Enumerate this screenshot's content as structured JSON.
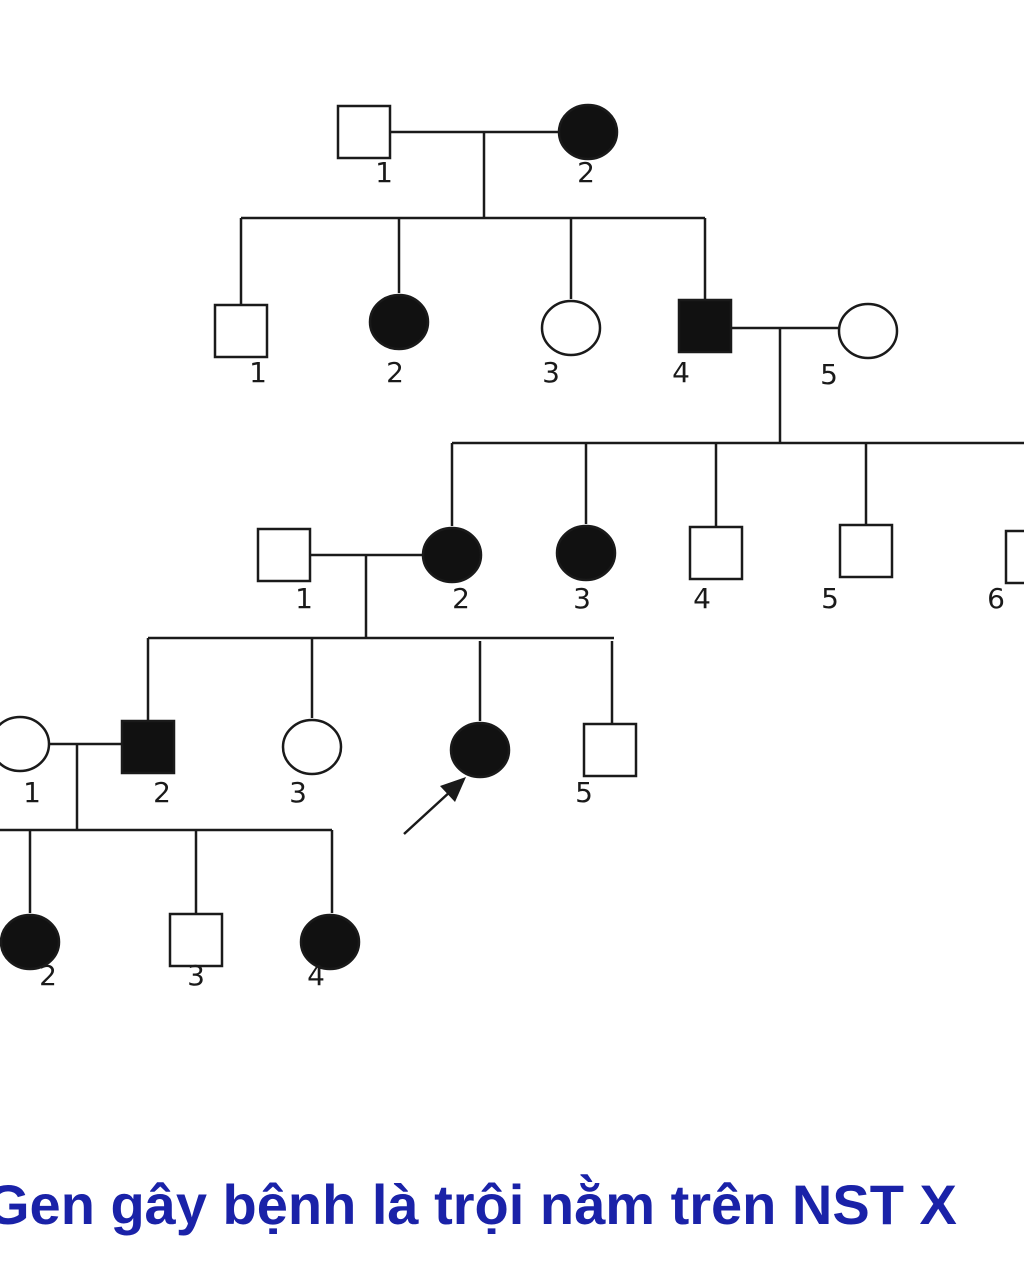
{
  "caption": "Gen gây bệnh là trội nằm trên NST X",
  "colors": {
    "affected": "#111111",
    "unaffected": "#ffffff",
    "caption": "#1a22a8"
  },
  "generations": [
    {
      "id": "g1",
      "members": [
        {
          "id": "I1",
          "label": "1",
          "sex": "male",
          "affected": false
        },
        {
          "id": "I2",
          "label": "2",
          "sex": "female",
          "affected": true
        }
      ]
    },
    {
      "id": "g2",
      "members": [
        {
          "id": "II1",
          "label": "1",
          "sex": "male",
          "affected": false
        },
        {
          "id": "II2",
          "label": "2",
          "sex": "female",
          "affected": true
        },
        {
          "id": "II3",
          "label": "3",
          "sex": "female",
          "affected": false
        },
        {
          "id": "II4",
          "label": "4",
          "sex": "male",
          "affected": true
        },
        {
          "id": "II5",
          "label": "5",
          "sex": "female",
          "affected": false
        }
      ]
    },
    {
      "id": "g3",
      "members": [
        {
          "id": "III1",
          "label": "1",
          "sex": "male",
          "affected": false
        },
        {
          "id": "III2",
          "label": "2",
          "sex": "female",
          "affected": true
        },
        {
          "id": "III3",
          "label": "3",
          "sex": "female",
          "affected": true
        },
        {
          "id": "III4",
          "label": "4",
          "sex": "male",
          "affected": false
        },
        {
          "id": "III5",
          "label": "5",
          "sex": "male",
          "affected": false
        },
        {
          "id": "III6",
          "label": "6",
          "sex": "male",
          "affected": false
        }
      ]
    },
    {
      "id": "g4",
      "members": [
        {
          "id": "IV1",
          "label": "1",
          "sex": "female",
          "affected": false
        },
        {
          "id": "IV2",
          "label": "2",
          "sex": "male",
          "affected": true
        },
        {
          "id": "IV3",
          "label": "3",
          "sex": "female",
          "affected": false
        },
        {
          "id": "IV4",
          "label": "",
          "sex": "female",
          "affected": true,
          "proband": true
        },
        {
          "id": "IV5",
          "label": "5",
          "sex": "male",
          "affected": false
        }
      ]
    },
    {
      "id": "g5",
      "members": [
        {
          "id": "V2",
          "label": "2",
          "sex": "female",
          "affected": true
        },
        {
          "id": "V3",
          "label": "3",
          "sex": "male",
          "affected": false
        },
        {
          "id": "V4",
          "label": "4",
          "sex": "female",
          "affected": true
        }
      ]
    }
  ]
}
